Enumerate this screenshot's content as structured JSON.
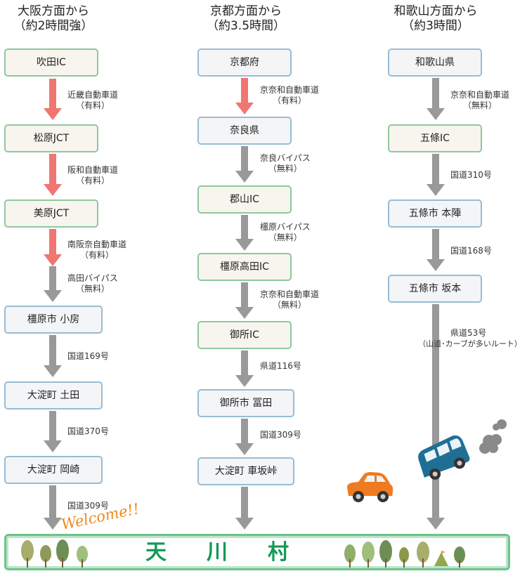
{
  "headers": [
    {
      "line1": "大阪方面から",
      "line2": "（約2時間強）"
    },
    {
      "line1": "京都方面から",
      "line2": "（約3.5時間）"
    },
    {
      "line1": "和歌山方面から",
      "line2": "（約3時間）"
    }
  ],
  "osaka": {
    "nodes": [
      "吹田IC",
      "松原JCT",
      "美原JCT",
      "橿原市 小房",
      "大淀町 土田",
      "大淀町 岡崎"
    ],
    "routes": [
      {
        "line1": "近畿自動車道",
        "line2": "（有料）"
      },
      {
        "line1": "阪和自動車道",
        "line2": "（有料）"
      },
      {
        "line1": "南阪奈自動車道",
        "line2": "（有料）"
      },
      {
        "line1": "高田バイパス",
        "line2": "（無料）"
      },
      {
        "line1": "国道169号",
        "line2": ""
      },
      {
        "line1": "国道370号",
        "line2": ""
      },
      {
        "line1": "国道309号",
        "line2": ""
      }
    ]
  },
  "kyoto": {
    "nodes": [
      "京都府",
      "奈良県",
      "郡山IC",
      "橿原高田IC",
      "御所IC",
      "御所市 冨田",
      "大淀町 車坂峠"
    ],
    "routes": [
      {
        "line1": "京奈和自動車道",
        "line2": "（有料）"
      },
      {
        "line1": "奈良バイパス",
        "line2": "（無料）"
      },
      {
        "line1": "橿原バイパス",
        "line2": "（無料）"
      },
      {
        "line1": "京奈和自動車道",
        "line2": "（無料）"
      },
      {
        "line1": "県道116号",
        "line2": ""
      },
      {
        "line1": "国道309号",
        "line2": ""
      }
    ]
  },
  "wakayama": {
    "nodes": [
      "和歌山県",
      "五條IC",
      "五條市 本陣",
      "五條市 坂本"
    ],
    "routes": [
      {
        "line1": "京奈和自動車道",
        "line2": "（無料）"
      },
      {
        "line1": "国道310号",
        "line2": ""
      },
      {
        "line1": "国道168号",
        "line2": ""
      },
      {
        "line1": "県道53号",
        "line2": "（山道･カーブが多いルート）"
      }
    ]
  },
  "destination": {
    "welcome": "Welcome!!",
    "chars": [
      "天",
      "川",
      "村"
    ]
  },
  "colors": {
    "toll_arrow": "#f07672",
    "free_arrow": "#999999",
    "green_border": "#8fc79f",
    "blue_border": "#98bcd3",
    "village_text": "#159a56",
    "welcome_text": "#f08a1c"
  }
}
